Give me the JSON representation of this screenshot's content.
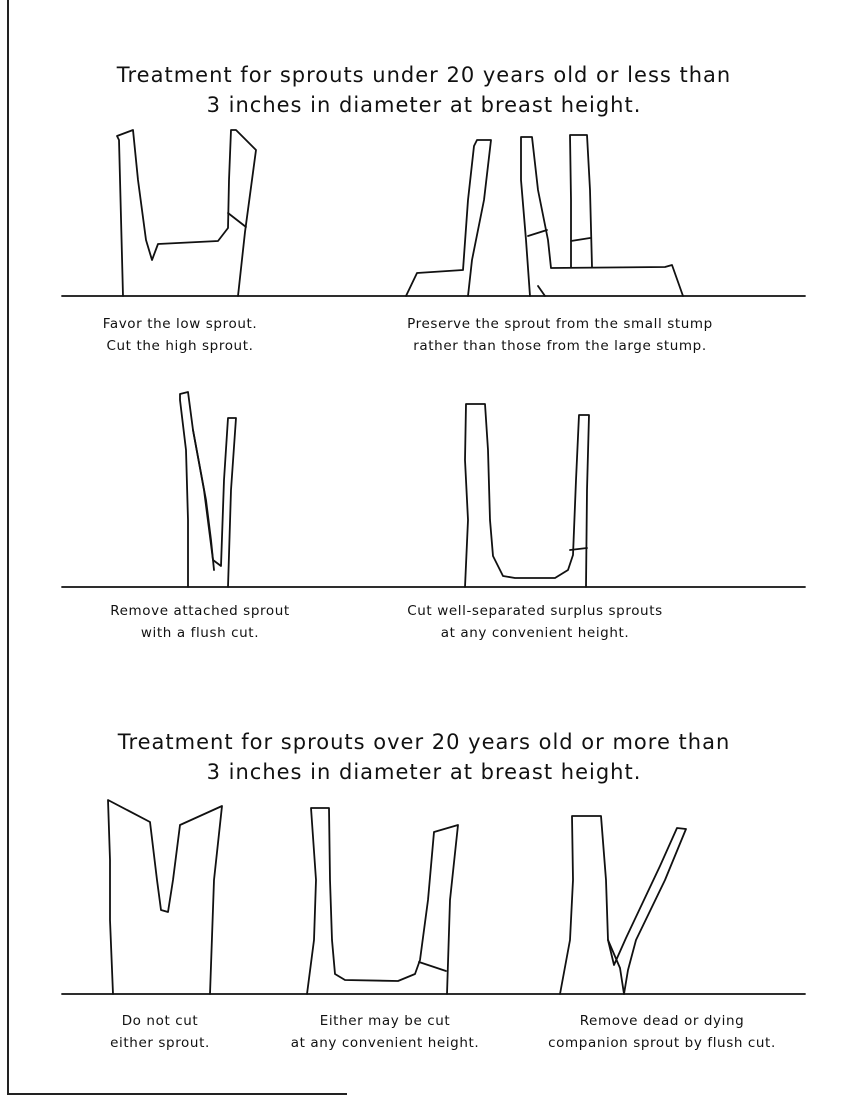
{
  "section_under": {
    "heading_line1": "Treatment for sprouts under 20 years old or less than",
    "heading_line2": "3 inches in diameter at breast height.",
    "figures": [
      {
        "caption_line1": "Favor the low sprout.",
        "caption_line2": "Cut the high sprout."
      },
      {
        "caption_line1": "Preserve the sprout from the small stump",
        "caption_line2": "rather than those from the large stump."
      },
      {
        "caption_line1": "Remove attached sprout",
        "caption_line2": "with a flush cut."
      },
      {
        "caption_line1": "Cut well-separated surplus sprouts",
        "caption_line2": "at any convenient height."
      }
    ]
  },
  "section_over": {
    "heading_line1": "Treatment for sprouts over 20 years old or more than",
    "heading_line2": "3 inches in diameter at breast height.",
    "figures": [
      {
        "caption_line1": "Do not cut",
        "caption_line2": "either sprout."
      },
      {
        "caption_line1": "Either may be cut",
        "caption_line2": "at any convenient height."
      },
      {
        "caption_line1": "Remove dead or dying",
        "caption_line2": "companion sprout by flush cut."
      }
    ]
  }
}
